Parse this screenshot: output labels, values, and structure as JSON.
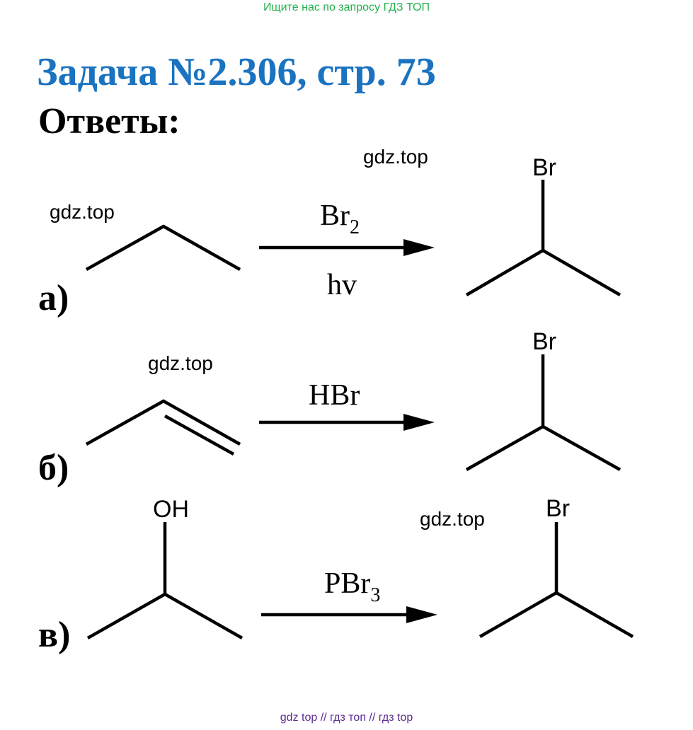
{
  "header": {
    "note": "Ищите нас по запросу ГДЗ ТОП",
    "title": "Задача №2.306, стр. 73",
    "subtitle": "Ответы:"
  },
  "watermarks": [
    "gdz.top",
    "gdz.top",
    "gdz.top",
    "gdz.top"
  ],
  "reactions": [
    {
      "label": "а)",
      "reagent_main": "Br",
      "reagent_sub": "2",
      "condition": "hv",
      "product_atom": "Br"
    },
    {
      "label": "б)",
      "reagent_main": "HBr",
      "reagent_sub": "",
      "condition": "",
      "product_atom": "Br"
    },
    {
      "label": "в)",
      "start_atom": "OH",
      "reagent_main": "PBr",
      "reagent_sub": "3",
      "condition": "",
      "product_atom": "Br"
    }
  ],
  "footer": {
    "text": "gdz top  //  гдз топ  //  гдз top"
  },
  "colors": {
    "note": "#22b14c",
    "title": "#1a73c0",
    "footer": "#5b2d8e",
    "ink": "#000000"
  }
}
